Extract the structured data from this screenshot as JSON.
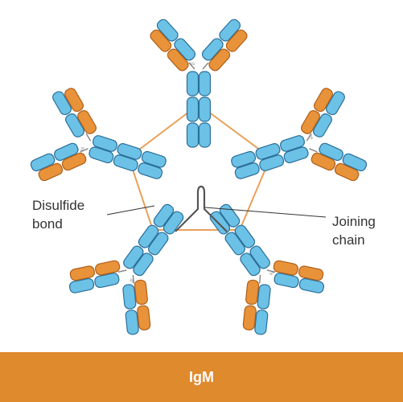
{
  "diagram": {
    "disulfide_label": [
      "Disulfide",
      "bond"
    ],
    "joining_label": [
      "Joining",
      "chain"
    ],
    "footer_title": "IgM"
  },
  "colors": {
    "heavy_chain": "#6cc2e6",
    "heavy_outline": "#2a6e9a",
    "light_chain": "#e8923a",
    "light_outline": "#b0601a",
    "disulfide_line": "#e8a05a",
    "joining_chain": "#555555",
    "footer_bg": "#e08a2e"
  },
  "units": [
    "monomer-top",
    "monomer-upper-right",
    "monomer-lower-right",
    "monomer-lower-left",
    "monomer-upper-left"
  ]
}
